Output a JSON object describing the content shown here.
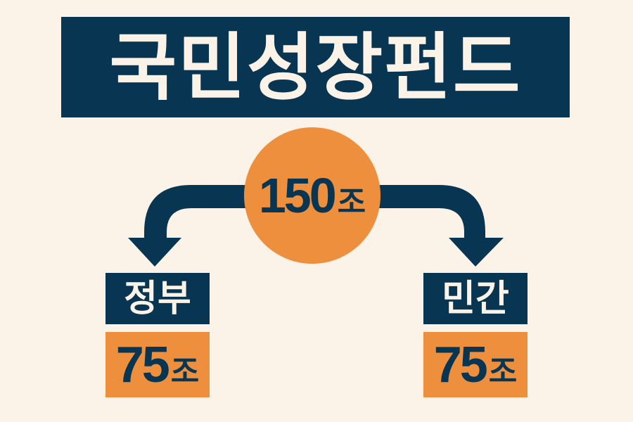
{
  "title": "국민성장펀드",
  "total": {
    "amount": "150",
    "unit": "조"
  },
  "branches": [
    {
      "label": "정부",
      "amount": "75",
      "unit": "조"
    },
    {
      "label": "민간",
      "amount": "75",
      "unit": "조"
    }
  ],
  "colors": {
    "background": "#fcf3e8",
    "navy": "#083551",
    "orange": "#ee8f3e",
    "cream_text": "#fcf3e8"
  },
  "icons": [
    "curved-arrow-left-down-icon",
    "curved-arrow-right-down-icon"
  ]
}
